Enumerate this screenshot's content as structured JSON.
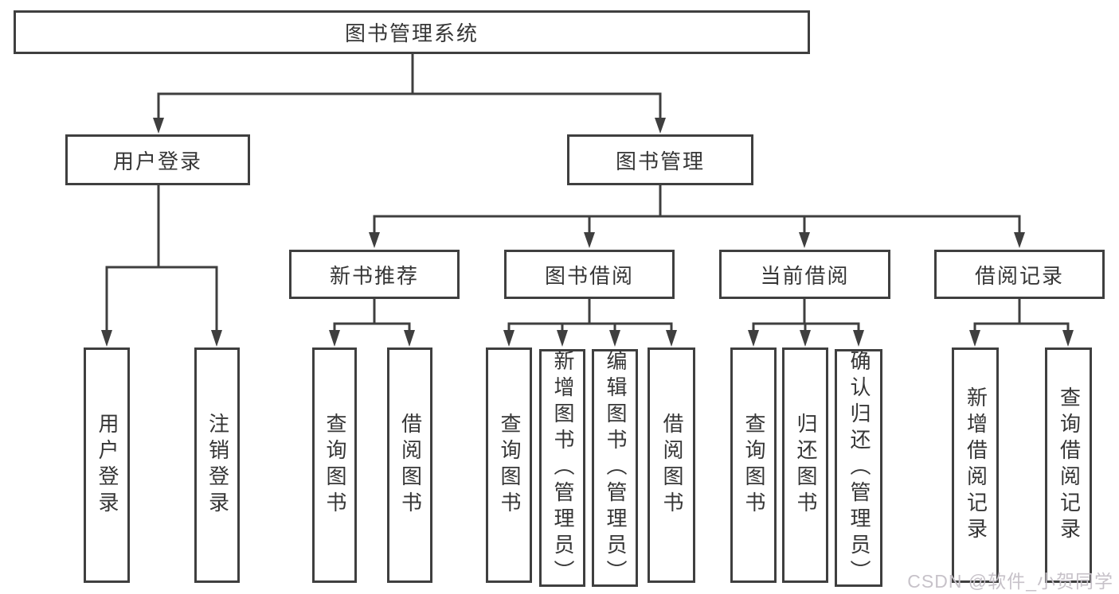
{
  "diagram": {
    "root": {
      "label": "图书管理系统"
    },
    "branches": [
      {
        "label": "用户登录",
        "children": [
          {
            "label": "用户登录"
          },
          {
            "label": "注销登录"
          }
        ]
      },
      {
        "label": "图书管理",
        "children": [
          {
            "label": "新书推荐",
            "children": [
              {
                "label": "查询图书"
              },
              {
                "label": "借阅图书"
              }
            ]
          },
          {
            "label": "图书借阅",
            "children": [
              {
                "label": "查询图书"
              },
              {
                "label": "新增图书（管理员）"
              },
              {
                "label": "编辑图书（管理员）"
              },
              {
                "label": "借阅图书"
              }
            ]
          },
          {
            "label": "当前借阅",
            "children": [
              {
                "label": "查询图书"
              },
              {
                "label": "归还图书"
              },
              {
                "label": "确认归还（管理员）"
              }
            ]
          },
          {
            "label": "借阅记录",
            "children": [
              {
                "label": "新增借阅记录"
              },
              {
                "label": "查询借阅记录"
              }
            ]
          }
        ]
      }
    ]
  },
  "watermark": {
    "text": "CSDN @软件_小贺同学",
    "color": "#c7c2c9"
  },
  "colors": {
    "line": "#3f3f3f",
    "text": "#363636",
    "background": "#ffffff"
  }
}
